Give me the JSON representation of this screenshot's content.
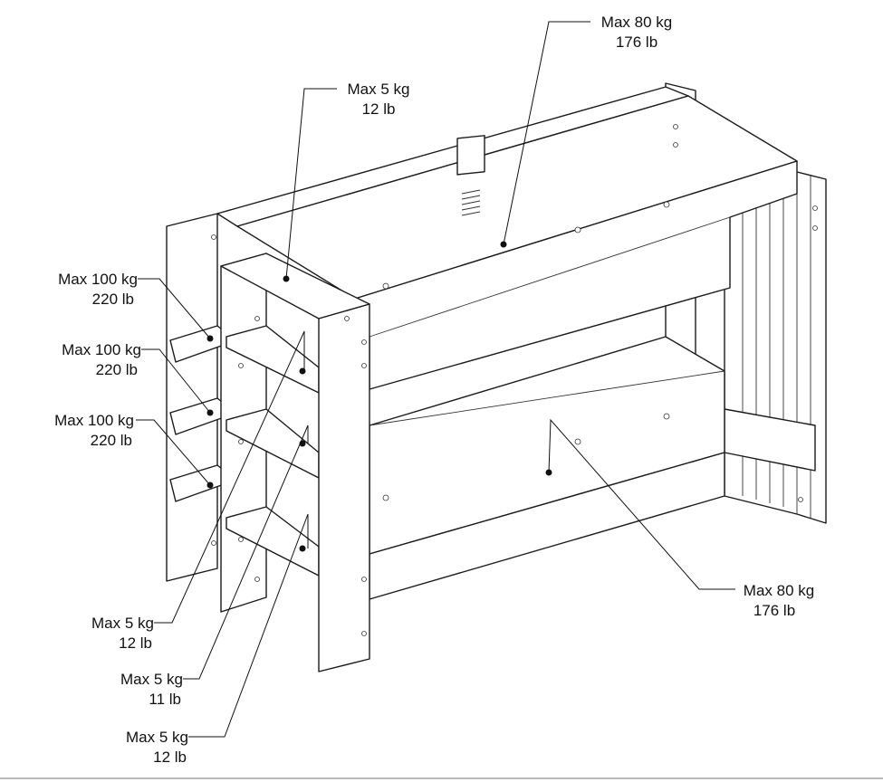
{
  "labels": {
    "top_shelf_rail": {
      "kg": "Max 5 kg",
      "lb": "12 lb"
    },
    "upper_bed": {
      "kg": "Max 80 kg",
      "lb": "176 lb"
    },
    "lower_bed": {
      "kg": "Max 80 kg",
      "lb": "176 lb"
    },
    "ladder_step_1": {
      "kg": "Max 100 kg",
      "lb": "220 lb"
    },
    "ladder_step_2": {
      "kg": "Max 100 kg",
      "lb": "220 lb"
    },
    "ladder_step_3": {
      "kg": "Max 100 kg",
      "lb": "220 lb"
    },
    "shelf_1": {
      "kg": "Max 5 kg",
      "lb": "12 lb"
    },
    "shelf_2": {
      "kg": "Max 5 kg",
      "lb": "11 lb"
    },
    "shelf_3": {
      "kg": "Max 5 kg",
      "lb": "12 lb"
    }
  }
}
